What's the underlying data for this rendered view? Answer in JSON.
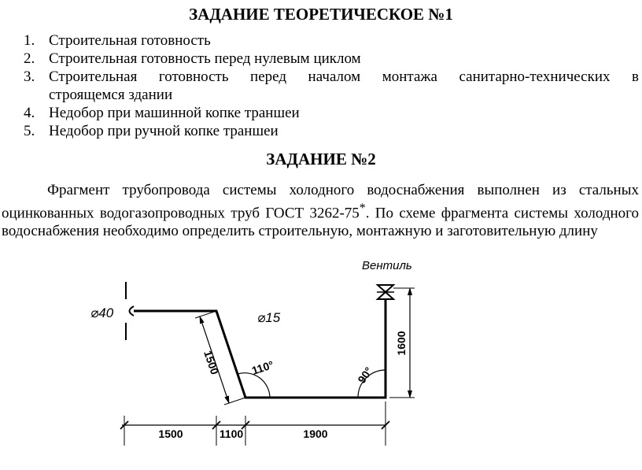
{
  "task1": {
    "title": "ЗАДАНИЕ ТЕОРЕТИЧЕСКОЕ №1",
    "items": [
      {
        "num": "1.",
        "text": "Строительная готовность"
      },
      {
        "num": "2.",
        "text": "Строительная готовность перед нулевым циклом"
      },
      {
        "num": "3.",
        "line1": "Строительная готовность перед началом монтажа санитарно-технических в",
        "line2": "строящемся здании"
      },
      {
        "num": "4.",
        "text": "Недобор при машинной копке траншеи"
      },
      {
        "num": "5.",
        "text": "Недобор при ручной копке траншеи"
      }
    ]
  },
  "task2": {
    "title": "ЗАДАНИЕ №2",
    "paragraph_part1": "Фрагмент трубопровода системы холодного водоснабжения   выполнен из стальных оцинкованных водогазопроводных труб ГОСТ 3262-75",
    "superscript": "*",
    "paragraph_part2": ".   По схеме фрагмента системы холодного водоснабжения необходимо определить строительную, монтажную и заготовительную длину"
  },
  "drawing": {
    "valve_label": "Вентиль",
    "diameter_inlet": "⌀40",
    "diameter_pipe": "⌀15",
    "angle_1": "110°",
    "angle_2": "90°",
    "dim_inclined": "1500",
    "dim_vertical": "1600",
    "dim_bottom": [
      "1500",
      "1100",
      "1900"
    ]
  }
}
